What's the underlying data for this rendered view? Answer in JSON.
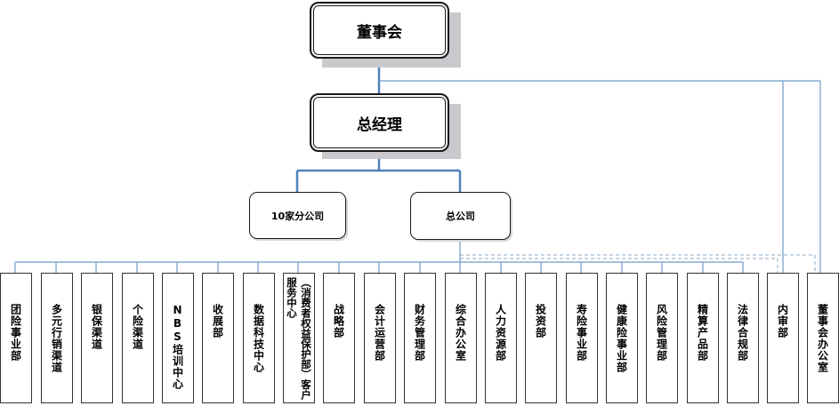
{
  "board": "董事会",
  "gm": "总经理",
  "branches": "10家分公司",
  "hq": "总公司",
  "departments": [
    "团险事业部",
    "多元行销渠道",
    "银保渠道",
    "个险渠道",
    "NBS培训中心",
    "收展部",
    "数据科技中心",
    "（消费者权益保护部）客户服务中心",
    "战略部",
    "会计运营部",
    "财务管理部",
    "综合办公室",
    "人力资源部",
    "投资部",
    "寿险事业部",
    "健康险事业部",
    "风险管理部",
    "精算产品部",
    "法律合规部",
    "内审部",
    "董事会办公室"
  ],
  "colors": {
    "connector": "#4f81bd",
    "box_border": "#1a1a1a",
    "shadow": "#c9c9cd"
  }
}
